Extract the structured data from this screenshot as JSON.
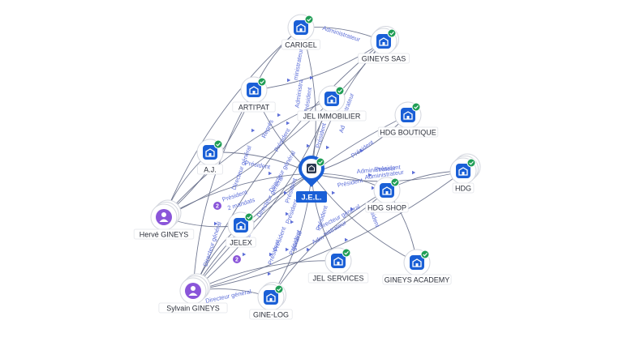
{
  "center": {
    "id": "jel",
    "label": "J.E.L."
  },
  "nodes": [
    {
      "id": "carigel",
      "label": "CARIGEL",
      "kind": "company",
      "verified": true
    },
    {
      "id": "gineys_sas",
      "label": "GINEYS SAS",
      "kind": "company",
      "verified": true
    },
    {
      "id": "arti_pat",
      "label": "ARTI'PAT",
      "kind": "company",
      "verified": true
    },
    {
      "id": "jel_immobilier",
      "label": "JEL IMMOBILIER",
      "kind": "company",
      "verified": true
    },
    {
      "id": "hdg_boutique",
      "label": "HDG BOUTIQUE",
      "kind": "company",
      "verified": true
    },
    {
      "id": "aj",
      "label": "A.J.",
      "kind": "company",
      "verified": true
    },
    {
      "id": "hdg",
      "label": "HDG",
      "kind": "company",
      "verified": true
    },
    {
      "id": "hdg_shop",
      "label": "HDG SHOP",
      "kind": "company",
      "verified": true
    },
    {
      "id": "herve",
      "label": "Hervé GINEYS",
      "kind": "person",
      "verified": false
    },
    {
      "id": "jelex",
      "label": "JELEX",
      "kind": "company",
      "verified": true
    },
    {
      "id": "jel_services",
      "label": "JEL SERVICES",
      "kind": "company",
      "verified": true
    },
    {
      "id": "gineys_academy",
      "label": "GINEYS ACADEMY",
      "kind": "company",
      "verified": true
    },
    {
      "id": "sylvain",
      "label": "Sylvain GINEYS",
      "kind": "person",
      "verified": false
    },
    {
      "id": "gine_log",
      "label": "GINE-LOG",
      "kind": "company",
      "verified": true
    }
  ],
  "edge_labels": [
    {
      "text": "Administrateur"
    },
    {
      "text": "ministrateur"
    },
    {
      "text": "Président"
    },
    {
      "text": "Administra"
    },
    {
      "text": "strateur"
    },
    {
      "text": "Ad"
    },
    {
      "text": "Président"
    },
    {
      "text": "Représ"
    },
    {
      "text": "Directeur général"
    },
    {
      "text": "Président"
    },
    {
      "text": "Président"
    },
    {
      "text": "Président"
    },
    {
      "text": "2 mandats"
    },
    {
      "text": "Directeur général"
    },
    {
      "text": "Président"
    },
    {
      "text": "Administrateur"
    },
    {
      "text": "Président"
    },
    {
      "text": "Directeur général"
    },
    {
      "text": "Président"
    },
    {
      "text": "Président"
    },
    {
      "text": "Président"
    },
    {
      "text": "Directeur général"
    },
    {
      "text": "Président"
    },
    {
      "text": "Adm"
    },
    {
      "text": "nistrateur"
    },
    {
      "text": "Directeur général"
    },
    {
      "text": "Président"
    },
    {
      "text": "Directeur général"
    },
    {
      "text": "général"
    },
    {
      "text": "Président"
    },
    {
      "text": "2 mandats"
    },
    {
      "text": "Président"
    },
    {
      "text": "Président"
    },
    {
      "text": "Administrateur"
    }
  ],
  "badges": [
    {
      "text": "2"
    },
    {
      "text": "2"
    }
  ],
  "colors": {
    "company": "#1a5fd6",
    "person": "#8a55d9",
    "verified": "#1f9d55",
    "edge_label": "#5d6fd8"
  },
  "icons": {
    "company": "building-icon",
    "person": "person-icon",
    "verified": "check-badge-icon",
    "center": "location-pin-icon"
  }
}
